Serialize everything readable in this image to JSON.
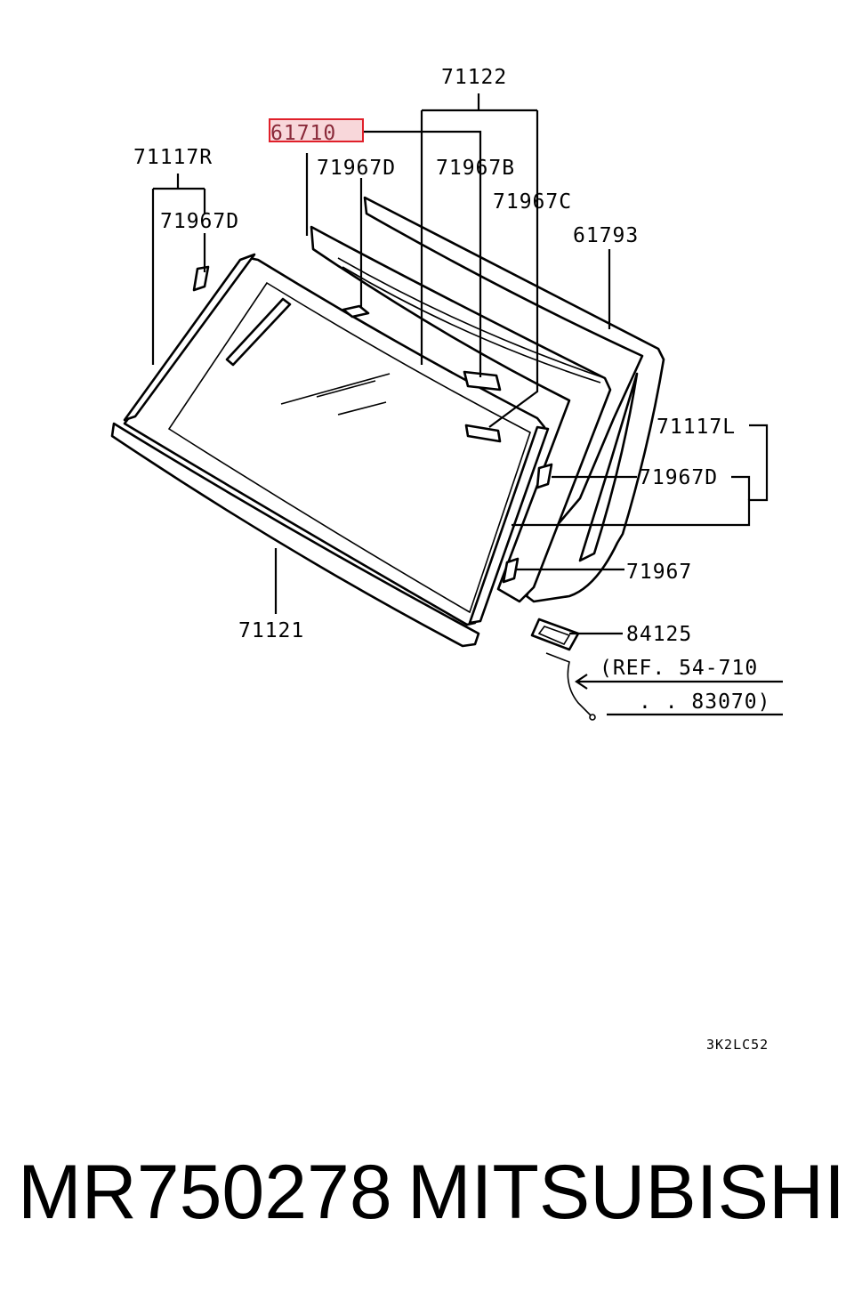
{
  "callouts": {
    "c71122": "71122",
    "c61710": "61710",
    "c71117R": "71117R",
    "c71967D_a": "71967D",
    "c71967B": "71967B",
    "c71967C": "71967C",
    "c71967D_b": "71967D",
    "c61793": "61793",
    "c71117L": "71117L",
    "c71967D_c": "71967D",
    "c71967": "71967",
    "c71121": "71121",
    "c84125": "84125",
    "ref_line1": "(REF. 54-710",
    "ref_line2": ". . 83070)"
  },
  "diagram_code": "3K2LC52",
  "footer": {
    "part_number": "MR750278",
    "brand": "MITSUBISHI"
  },
  "colors": {
    "highlight_border": "#e0202a",
    "highlight_fill": "#f8d7da",
    "highlight_text": "#8a2a3a"
  }
}
